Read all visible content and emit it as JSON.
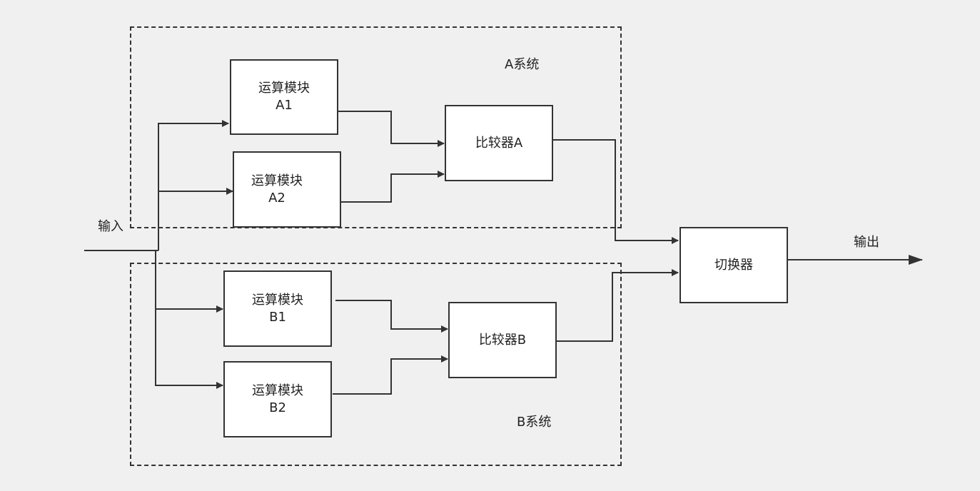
{
  "colors": {
    "background": "#f0f0f0",
    "line": "#333333",
    "box_fill": "#ffffff"
  },
  "labels": {
    "input": "输入",
    "output": "输出",
    "system_a": "A系统",
    "system_b": "B系统"
  },
  "modules": {
    "a1": {
      "line1": "运算模块",
      "line2": "A1"
    },
    "a2": {
      "line1": "运算模块",
      "line2": "A2"
    },
    "b1": {
      "line1": "运算模块",
      "line2": "B1"
    },
    "b2": {
      "line1": "运算模块",
      "line2": "B2"
    }
  },
  "comparators": {
    "a": "比较器A",
    "b": "比较器B"
  },
  "switcher": "切换器"
}
